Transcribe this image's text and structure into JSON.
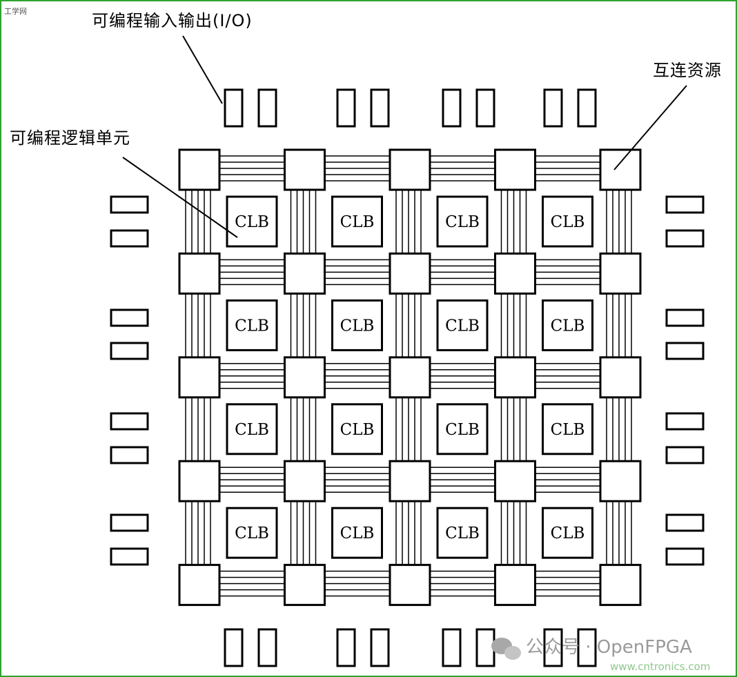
{
  "labels": {
    "io": "可编程输入输出(I/O)",
    "interconnect": "互连资源",
    "logic_unit": "可编程逻辑单元"
  },
  "clb_label": "CLB",
  "grid": {
    "rows": 4,
    "cols": 4
  },
  "watermark": {
    "corner": "工学网",
    "channel": "公众号 · OpenFPGA",
    "url": "www.cntronics.com"
  },
  "colors": {
    "frame": "#2fa32f",
    "stroke": "#000000",
    "watermark": "#9a9a9a"
  }
}
